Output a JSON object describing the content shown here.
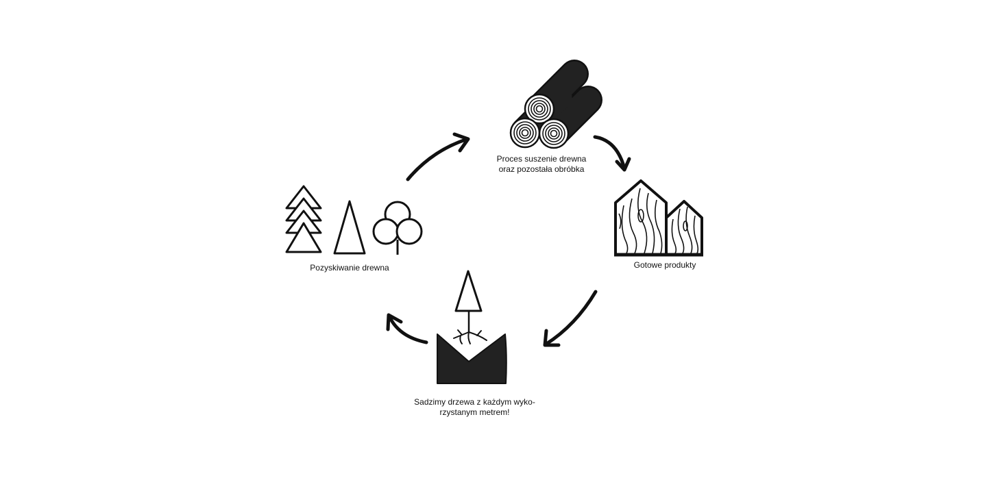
{
  "colors": {
    "ink": "#111111",
    "fill": "#222222",
    "background": "#ffffff"
  },
  "stages": {
    "drying": {
      "icon": "logs-icon",
      "line1": "Proces suszenie drewna",
      "line2": "oraz pozostała obróbka"
    },
    "products": {
      "icon": "wooden-houses-icon",
      "line1": "Gotowe produkty"
    },
    "planting": {
      "icon": "sapling-planting-icon",
      "line1": "Sadzimy drzewa z każdym wyko-",
      "line2": "rzystanym metrem!"
    },
    "harvest": {
      "icon": "forest-trees-icon",
      "line1": "Pozyskiwanie drewna"
    }
  }
}
